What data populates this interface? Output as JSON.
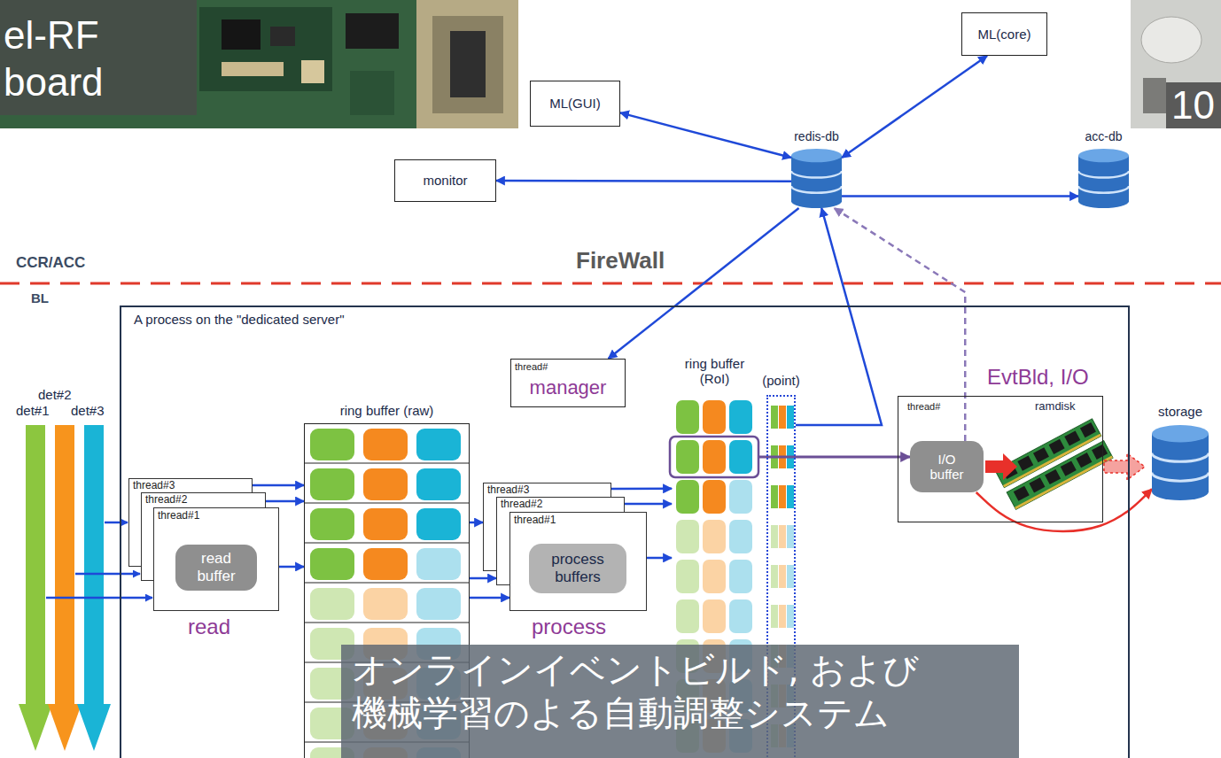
{
  "diagram": {
    "caption": "オンラインイベントビルド, および 機械学習のよる自動調整システム",
    "nodes": [
      {
        "text": [
          "ML(GUI)"
        ]
      },
      {
        "text": [
          "ML(core)"
        ]
      },
      {
        "text": [
          "monitor"
        ]
      },
      {
        "text": [
          "redis-db"
        ]
      },
      {
        "text": [
          "acc-db"
        ]
      },
      {
        "text": [
          "A process on the \"dedicated server\""
        ]
      },
      {
        "text": [
          "thread#3"
        ],
        "in": 5
      },
      {
        "text": [
          "thread#2"
        ],
        "in": 5
      },
      {
        "text": [
          "thread#1"
        ],
        "in": 5
      },
      {
        "text": [
          "read buffer"
        ],
        "in": 8
      },
      {
        "text": [
          "ring buffer (raw)"
        ],
        "in": 5
      },
      {
        "text": [
          "thread#3"
        ],
        "in": 5
      },
      {
        "text": [
          "thread#2"
        ],
        "in": 5
      },
      {
        "text": [
          "thread#1"
        ],
        "in": 5
      },
      {
        "text": [
          "process buffers"
        ],
        "in": 13
      },
      {
        "text": [
          "thread#",
          "manager"
        ],
        "in": 5
      },
      {
        "text": [
          "ring buffer (RoI)"
        ],
        "in": 5
      },
      {
        "text": [
          "(point)"
        ],
        "in": 5
      },
      {
        "text": [
          "EvtBld, I/O",
          "thread#"
        ],
        "in": 5
      },
      {
        "text": [
          "I/O buffer"
        ],
        "in": 18
      },
      {
        "text": [
          "storage"
        ]
      }
    ],
    "edges": [
      {
        "from": 3,
        "to": 0,
        "arrow": "both"
      },
      {
        "from": 3,
        "to": 1,
        "arrow": "both"
      },
      {
        "from": 3,
        "to": 2,
        "arrow": "to"
      },
      {
        "from": 3,
        "to": 4,
        "arrow": "to"
      },
      {
        "from": 3,
        "to": 15,
        "arrow": "to"
      },
      {
        "from": 6,
        "to": 10,
        "arrow": "to"
      },
      {
        "from": 7,
        "to": 10,
        "arrow": "to"
      },
      {
        "from": 8,
        "to": 10,
        "arrow": "to"
      },
      {
        "from": 10,
        "to": 11,
        "arrow": "to"
      },
      {
        "from": 10,
        "to": 12,
        "arrow": "to"
      },
      {
        "from": 10,
        "to": 13,
        "arrow": "to"
      },
      {
        "from": 11,
        "to": 16,
        "arrow": "to"
      },
      {
        "from": 12,
        "to": 16,
        "arrow": "to"
      },
      {
        "from": 13,
        "to": 16,
        "arrow": "to"
      },
      {
        "from": 17,
        "to": 3,
        "arrow": "to"
      },
      {
        "from": 16,
        "to": 19,
        "arrow": "to"
      },
      {
        "from": 19,
        "to": 3,
        "arrow": "to"
      },
      {
        "from": 19,
        "to": 20,
        "arrow": "to"
      }
    ],
    "labels": [
      "el-RF board",
      "10",
      "CCR/ACC",
      "FireWall",
      "BL",
      "det#2",
      "det#1",
      "det#3",
      "read",
      "process",
      "ramdisk"
    ]
  }
}
